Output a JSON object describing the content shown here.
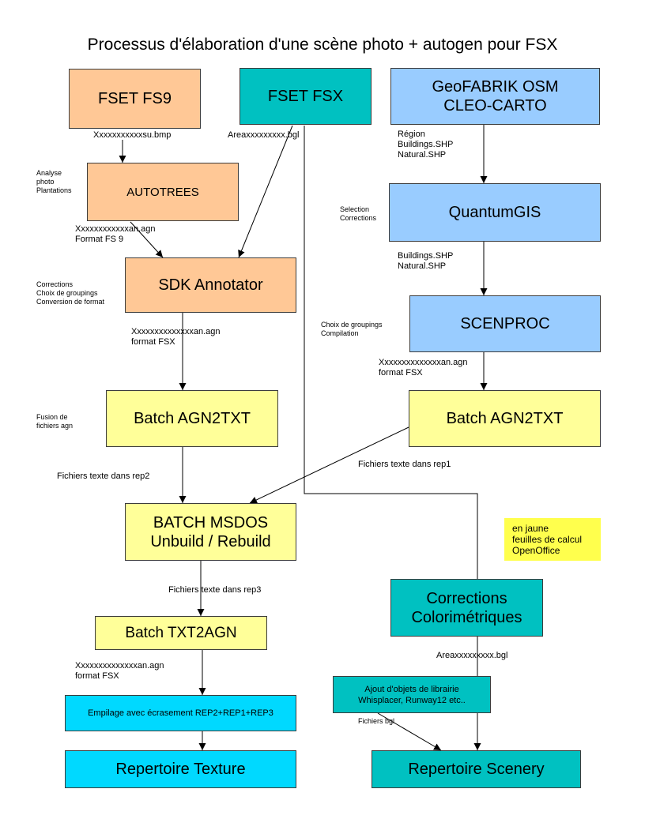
{
  "title": "Processus d'élaboration d'une scène photo + autogen pour FSX",
  "boxes": {
    "fset_fs9": "FSET FS9",
    "fset_fsx": "FSET FSX",
    "geofabrik": "GeoFABRIK  OSM\nCLEO-CARTO",
    "autotrees": "AUTOTREES",
    "quantumgis": "QuantumGIS",
    "sdk_annotator": "SDK Annotator",
    "scenproc": "SCENPROC",
    "batch_agn2txt_left": "Batch AGN2TXT",
    "batch_agn2txt_right": "Batch AGN2TXT",
    "batch_msdos": "BATCH MSDOS\nUnbuild / Rebuild",
    "corrections_colorimetriques": "Corrections\nColorimétriques",
    "batch_txt2agn": "Batch TXT2AGN",
    "empilage": "Empilage avec écrasement REP2+REP1+REP3",
    "ajout_objets": "Ajout d'objets de librairie\nWhisplacer, Runway12 etc..",
    "repertoire_texture": "Repertoire Texture",
    "repertoire_scenery": "Repertoire Scenery"
  },
  "note": "en jaune\nfeuilles de calcul\nOpenOffice",
  "labels": {
    "fs9_output": "Xxxxxxxxxxxsu.bmp",
    "fsx_output": "Areaxxxxxxxxx.bgl",
    "geofabrik_output": "Région\nBuildings.SHP\nNatural.SHP",
    "autotrees_input": "Analyse\nphoto\nPlantations",
    "selection": "Selection\nCorrections",
    "autotrees_output": "Xxxxxxxxxxxxan.agn\nFormat FS 9",
    "quantumgis_output": "Buildings.SHP\nNatural.SHP",
    "sdk_input": "Corrections\nChoix de groupings\nConversion de format",
    "scenproc_input": "Choix de groupings\nCompilation",
    "sdk_output": "Xxxxxxxxxxxxxxan.agn\nformat FSX",
    "scenproc_output": "Xxxxxxxxxxxxxxan.agn\nformat FSX",
    "fusion": "Fusion de\nfichiers agn",
    "rep1": "Fichiers texte dans rep1",
    "rep2": "Fichiers texte dans rep2",
    "rep3": "Fichiers texte dans rep3",
    "corrections_output": "Areaxxxxxxxxx.bgl",
    "txt2agn_output": "Xxxxxxxxxxxxxxan.agn\nformat FSX",
    "fichiers_bgl": "Fichiers bgl"
  }
}
